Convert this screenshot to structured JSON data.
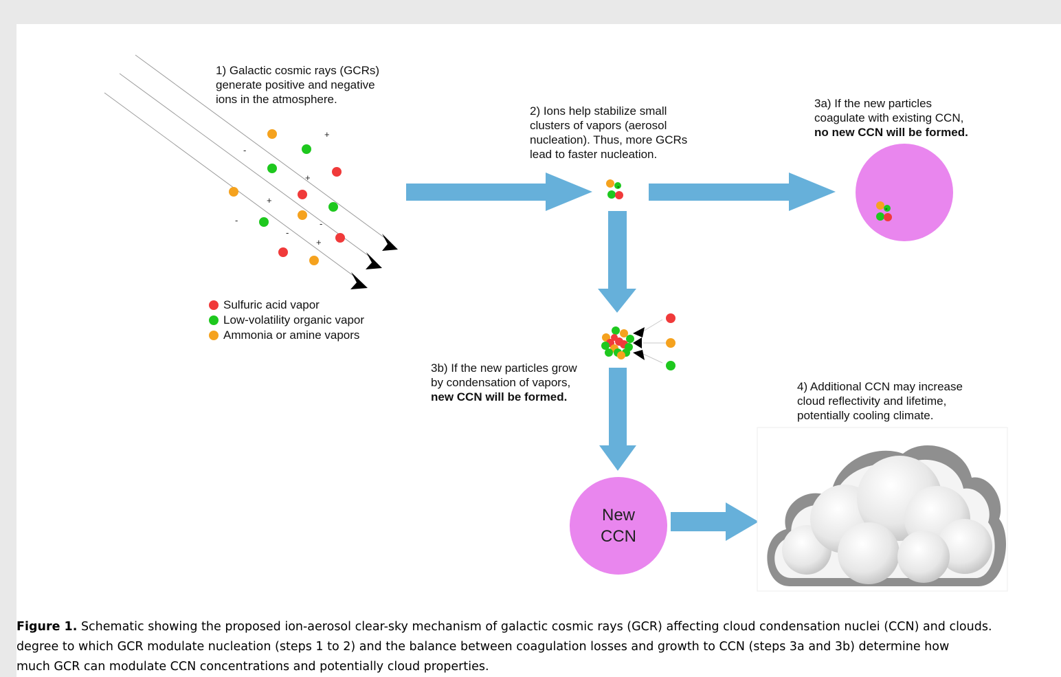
{
  "step1": {
    "line1": "1) Galactic cosmic rays (GCRs)",
    "line2": "generate positive and negative",
    "line3": "ions in the atmosphere."
  },
  "step2": {
    "line1": "2) Ions help stabilize small",
    "line2": "clusters of vapors (aerosol",
    "line3": "nucleation). Thus, more GCRs",
    "line4": "lead to faster nucleation."
  },
  "step3a": {
    "line1": "3a) If the new particles",
    "line2": "coagulate with existing CCN,",
    "line3": "no new CCN will be formed."
  },
  "step3b": {
    "line1": "3b) If the new particles grow",
    "line2": "by condensation of vapors,",
    "line3": "new CCN will be formed."
  },
  "step4": {
    "line1": "4) Additional CCN may increase",
    "line2": "cloud reflectivity and lifetime,",
    "line3": "potentially cooling climate."
  },
  "legend": [
    {
      "label": "Sulfuric acid vapor",
      "color": "#f03a3a"
    },
    {
      "label": "Low-volatility organic vapor",
      "color": "#1ec81e"
    },
    {
      "label": "Ammonia or amine vapors",
      "color": "#f5a21e"
    }
  ],
  "new_ccn": {
    "line1": "New",
    "line2": "CCN"
  },
  "ions": {
    "plus": "+",
    "minus": "-"
  },
  "colors": {
    "arrow": "#66b0da",
    "ccn": "#e986ee",
    "sulfuric": "#f03a3a",
    "organic": "#1ec81e",
    "ammonia": "#f5a21e"
  },
  "caption": {
    "lead": "Figure 1.",
    "line1": "Schematic showing the proposed ion-aerosol clear-sky mechanism of galactic cosmic rays (GCR) affecting cloud condensation nuclei (CCN) and clouds.",
    "line2": "degree to which GCR modulate nucleation (steps 1 to 2) and the balance between coagulation losses and growth to CCN (steps 3a and 3b) determine how",
    "line3": "much GCR can modulate CCN concentrations and potentially cloud properties."
  }
}
